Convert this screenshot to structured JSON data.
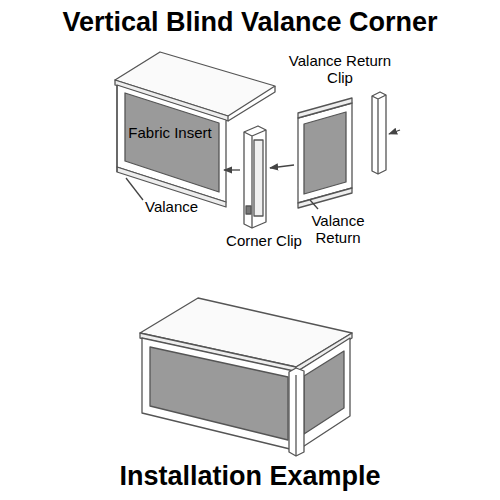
{
  "diagram": {
    "title": "Vertical Blind Valance Corner",
    "caption": "Installation Example",
    "labels": [
      "Valance Return Clip",
      "Fabric Insert",
      "Valance",
      "Corner Clip",
      "Valance Return"
    ]
  }
}
